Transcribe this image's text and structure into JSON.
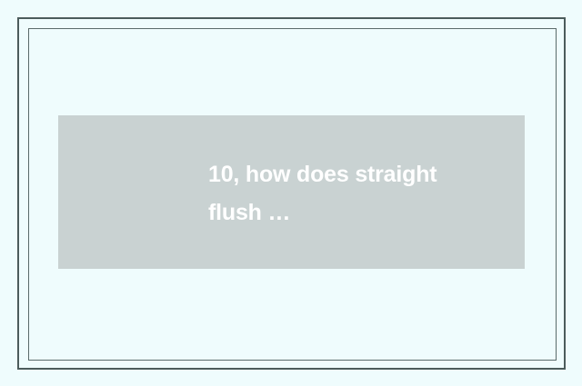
{
  "page": {
    "background_color": "#effcfd",
    "frame_color": "#4c5c5c"
  },
  "frame": {
    "outer_label": "outer-decorative-frame",
    "inner_label": "inner-decorative-frame"
  },
  "content_block": {
    "background_color": "#c9d2d2",
    "text_color": "#ffffff",
    "headline": "10, how does straight flush …",
    "line_1": "10, how does st",
    "line_2": "raight flush …"
  }
}
